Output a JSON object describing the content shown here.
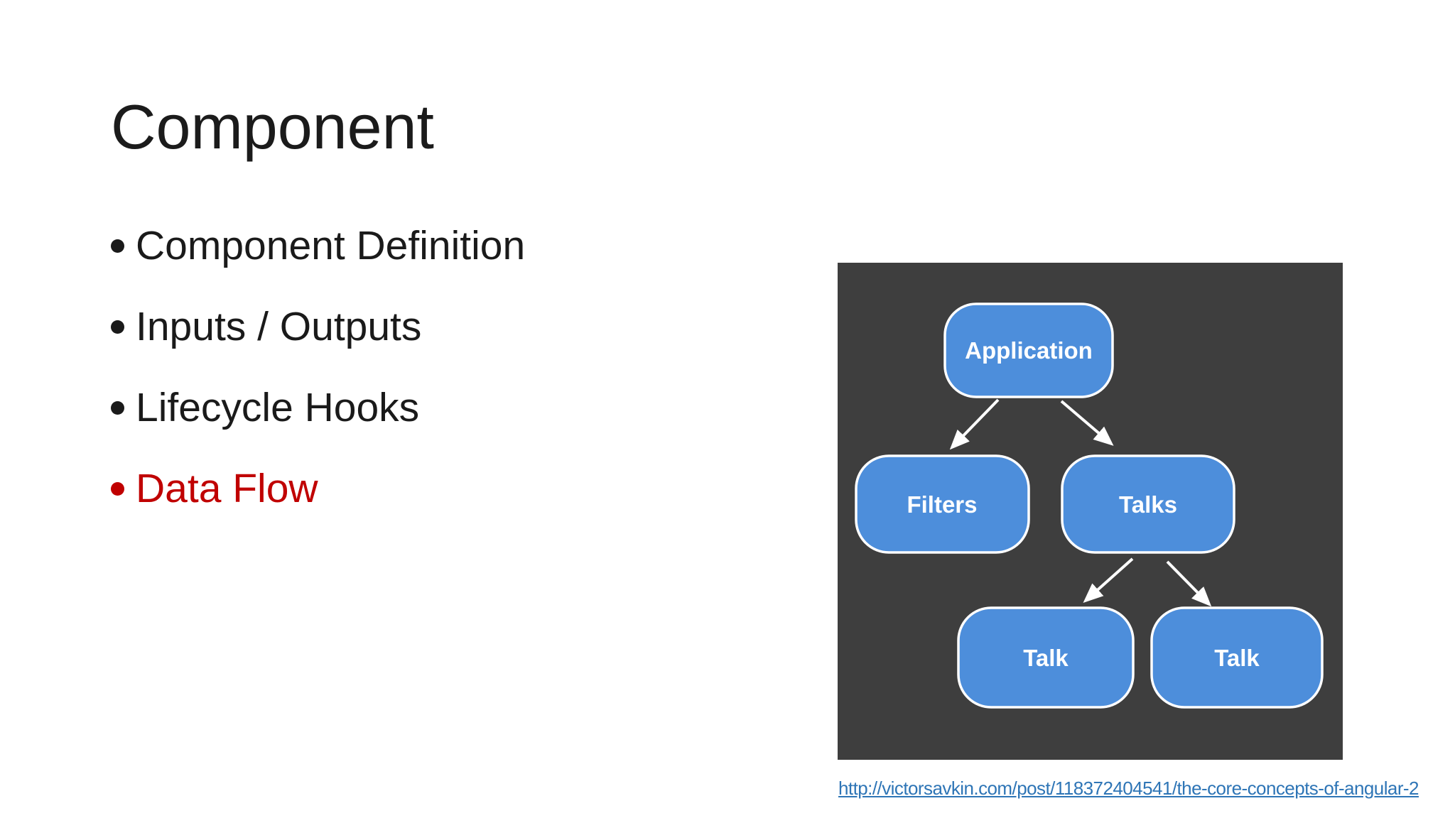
{
  "slide": {
    "title": "Component",
    "bullets": [
      {
        "text": "Component Definition",
        "color": "#1a1a1a"
      },
      {
        "text": "Inputs / Outputs",
        "color": "#1a1a1a"
      },
      {
        "text": "Lifecycle Hooks",
        "color": "#1a1a1a"
      },
      {
        "text": "Data Flow",
        "color": "#c00000"
      }
    ],
    "text_color": "#1a1a1a",
    "highlight_color": "#c00000",
    "background_color": "#ffffff"
  },
  "diagram": {
    "type": "tree",
    "background": "#3e3e3e",
    "node_fill": "#4d8edb",
    "node_border": "#ffffff",
    "node_text_color": "#ffffff",
    "arrow_color": "#ffffff",
    "nodes": [
      {
        "id": "application",
        "label": "Application"
      },
      {
        "id": "filters",
        "label": "Filters"
      },
      {
        "id": "talks",
        "label": "Talks"
      },
      {
        "id": "talk-left",
        "label": "Talk"
      },
      {
        "id": "talk-right",
        "label": "Talk"
      }
    ],
    "edges": [
      {
        "from": "application",
        "to": "filters"
      },
      {
        "from": "application",
        "to": "talks"
      },
      {
        "from": "talks",
        "to": "talk-left"
      },
      {
        "from": "talks",
        "to": "talk-right"
      }
    ]
  },
  "source_link": {
    "text": "http://victorsavkin.com/post/118372404541/the-core-concepts-of-angular-2",
    "color": "#2e75b6"
  }
}
